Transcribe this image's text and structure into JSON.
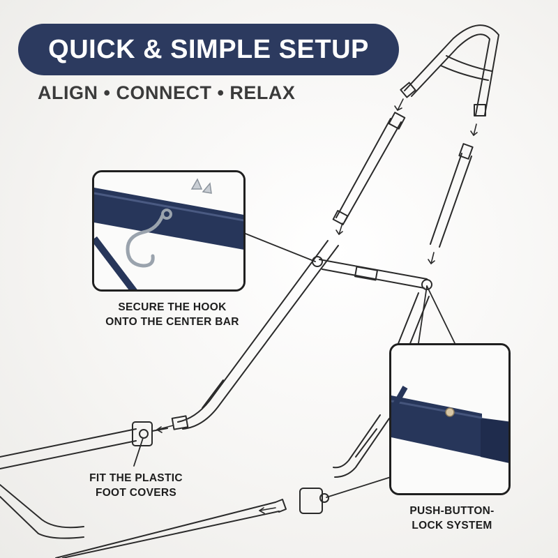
{
  "header": {
    "title": "QUICK & SIMPLE SETUP",
    "subtitle": "ALIGN • CONNECT • RELAX"
  },
  "callouts": {
    "hook": {
      "line1": "SECURE THE HOOK",
      "line2": "ONTO THE CENTER BAR"
    },
    "foot": {
      "line1": "FIT THE PLASTIC",
      "line2": "FOOT COVERS"
    },
    "lock": {
      "line1": "PUSH-BUTTON-",
      "line2": "LOCK SYSTEM"
    }
  },
  "colors": {
    "accent_navy": "#2c3a5f",
    "tube_navy": "#27365a",
    "outline": "#2a2a2a",
    "background": "#f4f3f1"
  },
  "icons": [
    "hook-icon",
    "push-button-pin-icon",
    "plastic-foot-cover-icon",
    "arrow-down-icon"
  ]
}
